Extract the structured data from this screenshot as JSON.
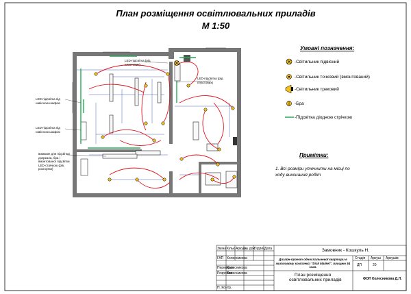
{
  "title": {
    "line1": "План розміщення освітлювальних приладів",
    "line2": "М 1:50"
  },
  "legend": {
    "heading": "Умовні позначення:",
    "items": [
      {
        "label": "-Світильник підвісний",
        "icon": "pendant-lamp-icon"
      },
      {
        "label": "-Світильник точковий (вмонтований)",
        "icon": "spot-lamp-icon"
      },
      {
        "label": "-Світильник трековий",
        "icon": "track-lamp-icon"
      },
      {
        "label": "-Бра",
        "icon": "wall-lamp-icon"
      },
      {
        "label": "-Підсвітка діодною стрічкою",
        "icon": "led-strip-icon"
      }
    ]
  },
  "notes": {
    "heading": "Примітки:",
    "items": [
      "1. Всі розміри уточнити на місці по ходу виконання робіт"
    ]
  },
  "callouts": [
    {
      "text": "LED-підсвітка (рід пластових)"
    },
    {
      "text": "LED-підсвітка (рід пластових)"
    },
    {
      "text": "LED-підсвітка під навісною шафою"
    },
    {
      "text": "LED-підсвітка під навісною шафою"
    },
    {
      "text": "вимикач для підсвітки дзеркала, бра і вмонтованої підсвітки LED-стрічкою (рів. розгортки)"
    }
  ],
  "stamp": {
    "customer": "Замовник - Кошкуль Н.",
    "project": "Дизайн-проект односпальневої квартири в житловому комплексі \"Dick Market\", площею 54 м.кв.",
    "sheet_title_line1": "План розміщення",
    "sheet_title_line2": "освітлювальних приладів",
    "stage_header": "Стадія",
    "sheet_header": "Аркуш",
    "sheets_header": "Аркушів",
    "stage": "ДП",
    "sheet": "20",
    "company": "ФОП Колесникова Д.Л.",
    "col_headers": [
      "Зміна",
      "Кільк.",
      "Аркуш",
      "№ док.",
      "Підпис",
      "Дата"
    ],
    "roles": [
      "ГАП",
      "Перевірив",
      "Розробив",
      "",
      "Н. Контр."
    ],
    "names": [
      "Колесникова",
      "Колесникова",
      "Колесникова",
      "",
      ""
    ]
  },
  "colors": {
    "wall": "#777777",
    "wiring": "#e0101a",
    "led": "#22aa55",
    "dims": "#1a3aa8",
    "lamp": "#f4c020"
  }
}
